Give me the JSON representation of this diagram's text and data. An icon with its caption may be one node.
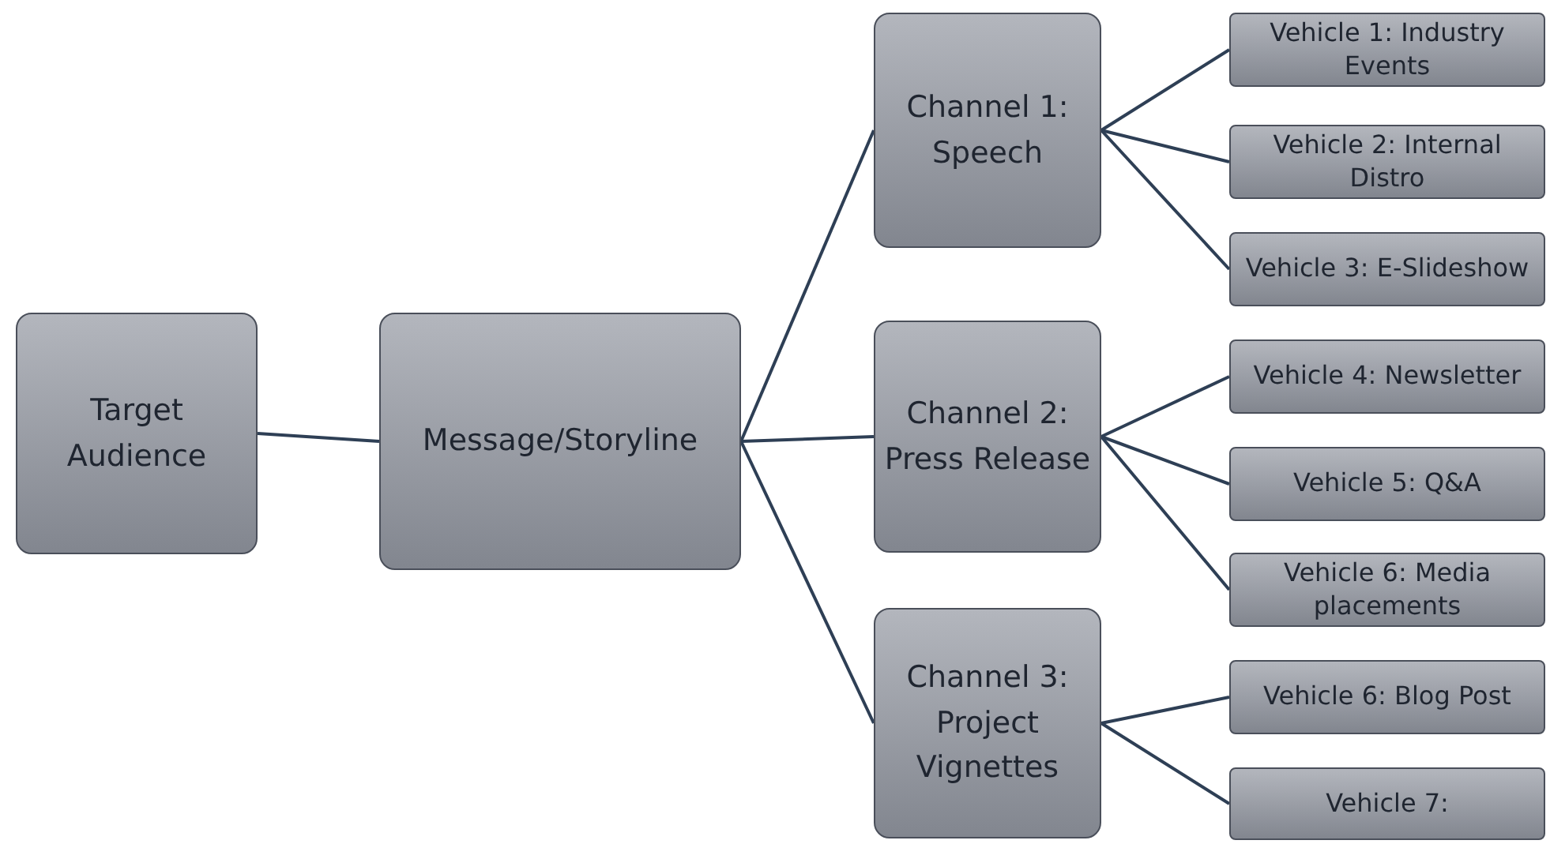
{
  "diagram": {
    "nodes": [
      {
        "text": [
          "Target Audience"
        ]
      },
      {
        "text": [
          "Message/Storyline"
        ]
      },
      {
        "text": [
          "Channel 1: Speech"
        ]
      },
      {
        "text": [
          "Channel 2: Press Release"
        ]
      },
      {
        "text": [
          "Channel 3: Project Vignettes"
        ]
      },
      {
        "text": [
          "Vehicle 1: Industry Events"
        ]
      },
      {
        "text": [
          "Vehicle 2: Internal Distro"
        ]
      },
      {
        "text": [
          "Vehicle 3: E-Slideshow"
        ]
      },
      {
        "text": [
          "Vehicle 4: Newsletter"
        ]
      },
      {
        "text": [
          "Vehicle 5: Q&A"
        ]
      },
      {
        "text": [
          "Vehicle 6: Media placements"
        ]
      },
      {
        "text": [
          "Vehicle 6: Blog Post"
        ]
      },
      {
        "text": [
          "Vehicle 7:"
        ]
      }
    ],
    "edges": [
      {
        "from": 0,
        "to": 1,
        "arrow": "none"
      },
      {
        "from": 1,
        "to": 2,
        "arrow": "none"
      },
      {
        "from": 1,
        "to": 3,
        "arrow": "none"
      },
      {
        "from": 1,
        "to": 4,
        "arrow": "none"
      },
      {
        "from": 2,
        "to": 5,
        "arrow": "none"
      },
      {
        "from": 2,
        "to": 6,
        "arrow": "none"
      },
      {
        "from": 2,
        "to": 7,
        "arrow": "none"
      },
      {
        "from": 3,
        "to": 8,
        "arrow": "none"
      },
      {
        "from": 3,
        "to": 9,
        "arrow": "none"
      },
      {
        "from": 3,
        "to": 10,
        "arrow": "none"
      },
      {
        "from": 4,
        "to": 11,
        "arrow": "none"
      },
      {
        "from": 4,
        "to": 12,
        "arrow": "none"
      }
    ]
  }
}
